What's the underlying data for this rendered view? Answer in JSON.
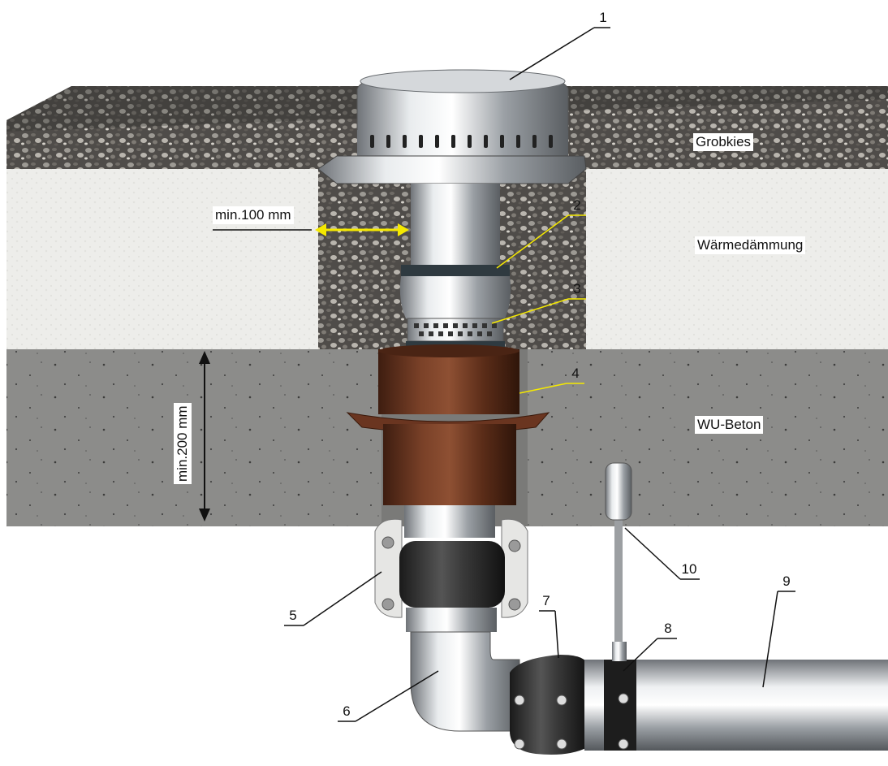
{
  "layers": {
    "gravel": "Grobkies",
    "insulation": "Wärmedämmung",
    "concrete": "WU-Beton"
  },
  "dimensions": {
    "side_clearance": "min.100 mm",
    "concrete_depth": "min.200 mm"
  },
  "callouts": [
    "1",
    "2",
    "3",
    "4",
    "5",
    "6",
    "7",
    "8",
    "9",
    "10"
  ],
  "colors": {
    "gravel": "#5e5b57",
    "insulation": "#ebebe8",
    "concrete": "#8a8a88",
    "steel": "#b9bcbf",
    "sleeve": "#6a3520",
    "dimension_arrow_yellow": "#f5e900",
    "leader_yellow": "#e8d800",
    "dimension_arrow_black": "#111111"
  }
}
